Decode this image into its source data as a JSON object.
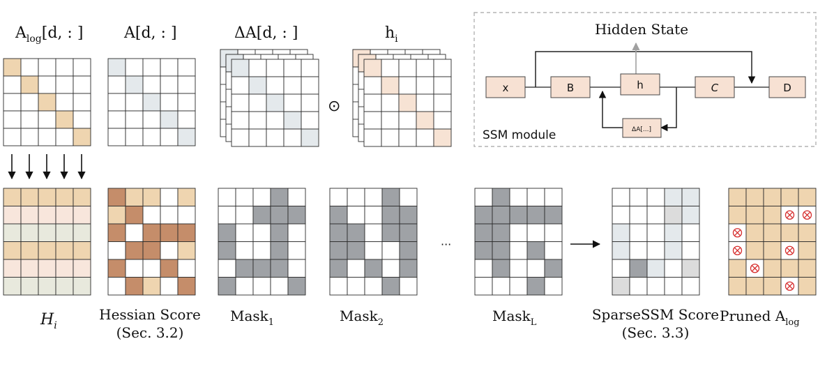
{
  "colors": {
    "grid_line": "#2b2b2b",
    "peach_light": "#f7e3d4",
    "peach_mid": "#efd6bc",
    "tan": "#efd5b0",
    "tan_dark": "#c58d6a",
    "pink_light": "#f8e6dc",
    "sage_light": "#e8e9dd",
    "blue_grey_light": "#e4e9ec",
    "grey_mask": "#9fa2a6",
    "grey_light": "#dcdcdc",
    "cross_red": "#d62b2b",
    "ssm_box_fill": "#f7e1d3",
    "ssm_border": "#b4b4b4",
    "arrow_grey": "#a0a0a0"
  },
  "top_row": {
    "alog_label": "A",
    "alog_sub": "log",
    "alog_index": "[d, : ]",
    "a_label": "A[d, : ]",
    "delta_a_label": "ΔA[d, : ]",
    "h_label": "h",
    "h_sub": "i",
    "odot": "⊙"
  },
  "ssm": {
    "title": "Hidden State",
    "module_label": "SSM module",
    "boxes": {
      "x": "x",
      "b": "B",
      "h": "h",
      "c": "C",
      "d": "D",
      "delta": "ΔA[...]"
    }
  },
  "bottom_labels": {
    "h_i": "H",
    "h_i_sub": "i",
    "hessian": "Hessian Score",
    "hessian_ref": "(Sec. 3.2)",
    "mask1": "Mask",
    "mask1_sub": "1",
    "mask2": "Mask",
    "mask2_sub": "2",
    "ellipsis": "···",
    "maskL": "Mask",
    "maskL_sub": "L",
    "sparsessm": "SparseSSM Score",
    "sparsessm_ref": "(Sec. 3.3)",
    "pruned": "Pruned A",
    "pruned_sub": "log"
  },
  "grids": {
    "alog": [
      "T....",
      ".T...",
      "..T..",
      "...T.",
      "....T"
    ],
    "a": [
      "b....",
      ".b...",
      "..b..",
      "...b.",
      "....b"
    ],
    "delta_a": [
      "b....",
      ".b...",
      "..b..",
      "...b.",
      "....b"
    ],
    "h": [
      "p....",
      ".p...",
      "..p..",
      "...p.",
      "....p"
    ],
    "hi": [
      "TTTTT",
      "PPPPP",
      "SSSSS",
      "TTTTT",
      "PPPPP",
      "SSSSS"
    ],
    "hessian": [
      "DTT.T",
      "TD...",
      "D.DDD",
      ".DD.T",
      "D..D.",
      ".DT.D"
    ],
    "mask1": [
      "...G.",
      "..GGG",
      "G..G.",
      "G..G.",
      ".GGG.",
      "G...G"
    ],
    "mask2": [
      "...G.",
      "G..GG",
      "GG.GG",
      "GG..G",
      "G.G.G",
      "...G."
    ],
    "maskL": [
      ".G...",
      "GGGGG",
      "GG...",
      "GG.G.",
      ".G..G",
      "...G."
    ],
    "sparsessm": [
      "...bb",
      "...Lb",
      "b..b.",
      "b..b.",
      ".Gb.L",
      "L...."
    ],
    "pruned": [
      "TTTTT",
      "TTTXX",
      "XTTTT",
      "XTTXT",
      "TXTTT",
      "TTTXT"
    ]
  }
}
